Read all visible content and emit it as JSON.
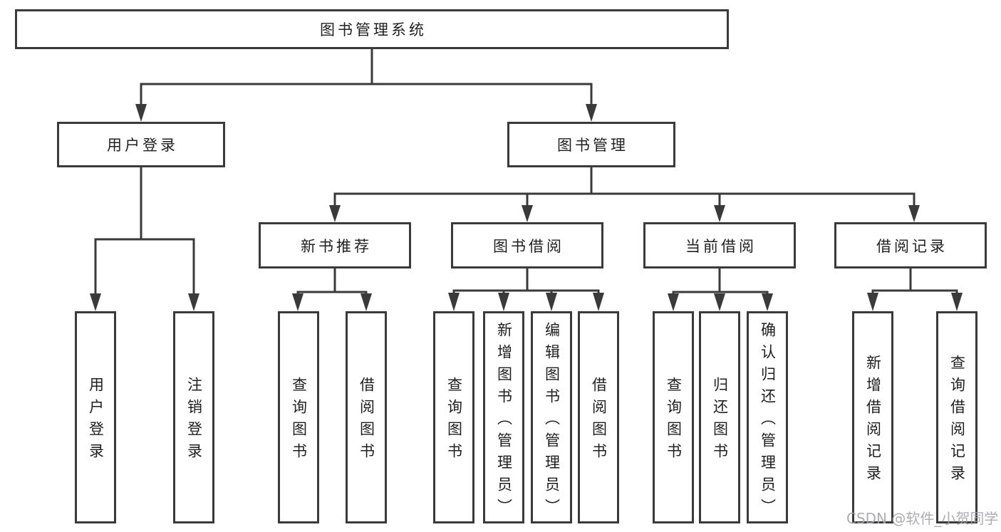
{
  "diagram": {
    "root": {
      "label": "图书管理系统"
    },
    "branches": [
      {
        "label": "用户登录",
        "children": [
          {
            "label": "用户登录"
          },
          {
            "label": "注销登录"
          }
        ]
      },
      {
        "label": "图书管理",
        "children": [
          {
            "label": "新书推荐",
            "children": [
              {
                "label": "查询图书"
              },
              {
                "label": "借阅图书"
              }
            ]
          },
          {
            "label": "图书借阅",
            "children": [
              {
                "label": "查询图书"
              },
              {
                "label": "新增图书（管理员）"
              },
              {
                "label": "编辑图书（管理员）"
              },
              {
                "label": "借阅图书"
              }
            ]
          },
          {
            "label": "当前借阅",
            "children": [
              {
                "label": "查询图书"
              },
              {
                "label": "归还图书"
              },
              {
                "label": "确认归还（管理员）"
              }
            ]
          },
          {
            "label": "借阅记录",
            "children": [
              {
                "label": "新增借阅记录"
              },
              {
                "label": "查询借阅记录"
              }
            ]
          }
        ]
      }
    ]
  },
  "watermark": {
    "text": "CSDN @软件_小贺同学"
  },
  "colors": {
    "line": "#3a3a3a",
    "box_border": "#3a3a3a",
    "box_background": "#ffffff",
    "text": "#1f1f1f",
    "watermark": "#a4a4a8"
  }
}
